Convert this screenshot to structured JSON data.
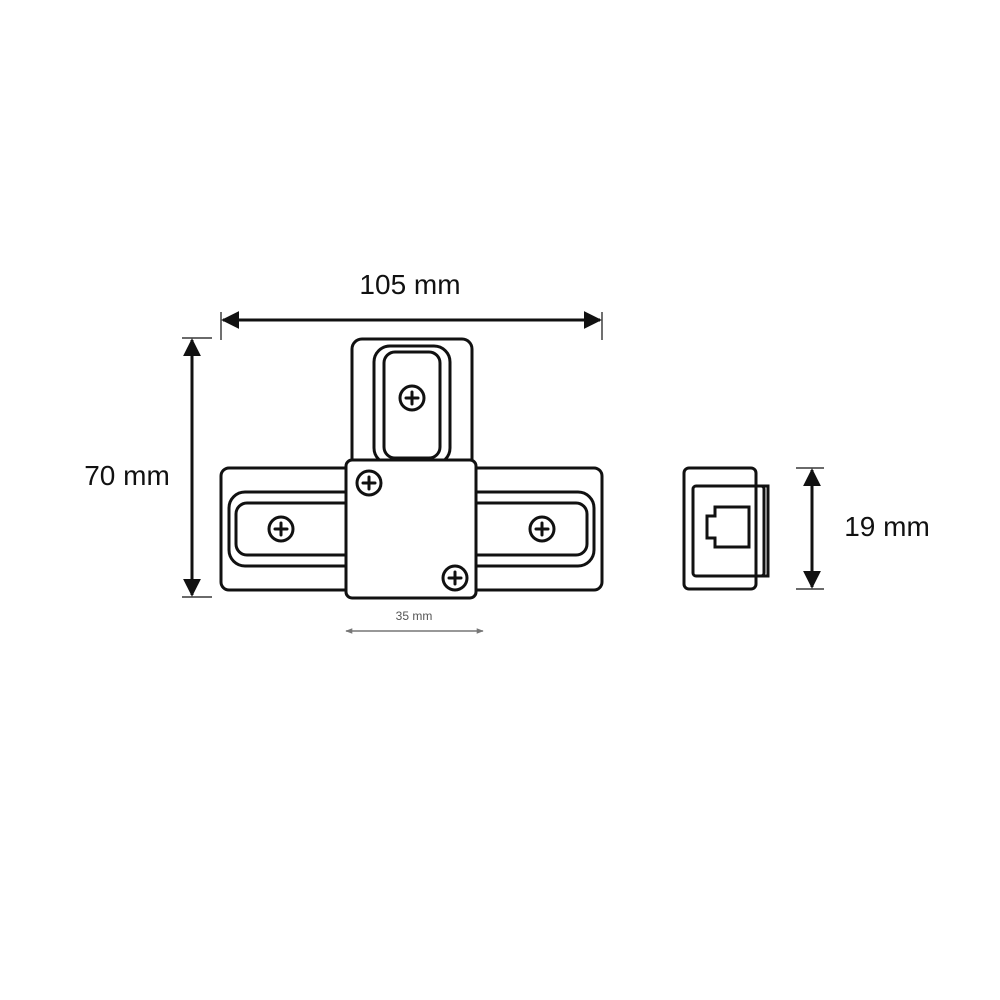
{
  "dimensions": {
    "width": "105 mm",
    "height": "70 mm",
    "depth": "19 mm",
    "center_block": "35 mm"
  },
  "colors": {
    "line": "#111111",
    "thin_dimension": "#777777",
    "background": "#ffffff"
  }
}
